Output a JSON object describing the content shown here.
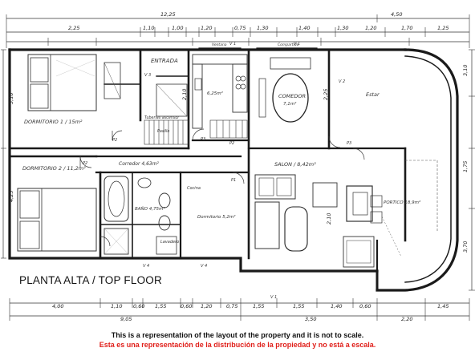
{
  "plan": {
    "title": "PLANTA ALTA  /  TOP FLOOR",
    "disclaimer_en": "This is a representation of the layout of the property and it is not to scale.",
    "disclaimer_es": "Esta es una representación de la distribución de la propiedad y no está a escala.",
    "colors": {
      "ink": "#1a1a1a",
      "disclaimer_es": "#e0201b"
    }
  },
  "rooms": {
    "dormitorio1": "DORMITORIO 1 / 15m²",
    "dormitorio2": "DORMITORIO 2 / 11,2m²",
    "entrada": "ENTRADA",
    "comedor": "COMEDOR",
    "comedor_area": "7,1m²",
    "estar": "Estar",
    "salon": "SALON / 8,42m²",
    "corredor": "Corredor 4,63m²",
    "bano": "BAÑO 4,75m²",
    "dormitorio3": "Dormitorio 5,2m²",
    "portico": "PORTICO 18,9m²",
    "lavadero": "Lavadero",
    "cocina": "Cocina",
    "cocina_area": "6,25m²",
    "tuberias": "Tuberías ascensor",
    "pasillo": "Pasillo"
  },
  "top_dims": {
    "overall_left": "12,25",
    "overall_right": "4,50",
    "segments": [
      "2,25",
      "1,10",
      "1,00",
      "1,20",
      "0,75",
      "1,30",
      "1,40",
      "1,30",
      "1,20",
      "1,70",
      "1,25"
    ]
  },
  "bottom_dims": {
    "segments": [
      "4,00",
      "1,10",
      "0,60",
      "1,55",
      "0,60",
      "1,20",
      "0,75",
      "1,55",
      "1,55",
      "1,40",
      "0,60",
      "1,45"
    ],
    "overall": [
      "9,05",
      "3,50",
      "2,20"
    ]
  },
  "side_dims": [
    "3,10",
    "2,10",
    "4,25",
    "1,75",
    "3,10",
    "2,25",
    "3,70",
    "2,10"
  ],
  "labels": {
    "v1": "V 1",
    "v2": "V 2",
    "v3": "V 3",
    "v4": "V 4",
    "v5": "V 5",
    "p1": "P1",
    "p2": "P2",
    "p3": "P3",
    "ventana": "Ventana",
    "compartido": "Compartido"
  }
}
